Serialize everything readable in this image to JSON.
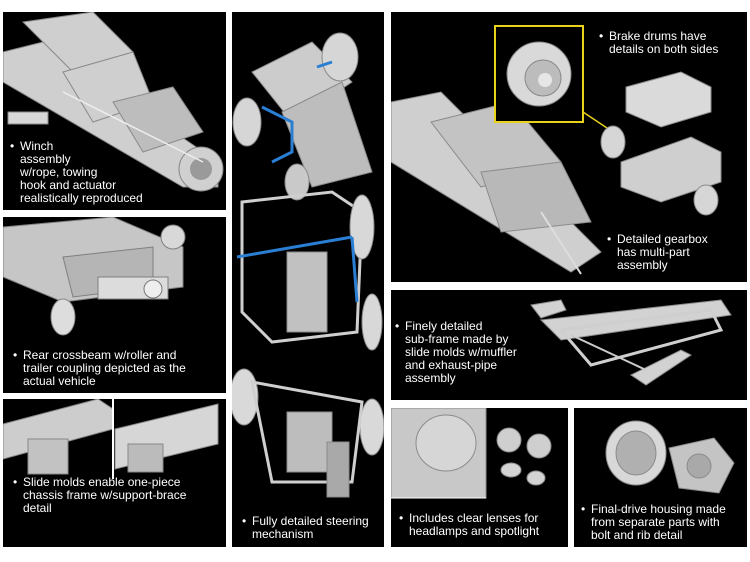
{
  "panels": [
    {
      "id": "winch",
      "caption": "Winch\nassembly\nw/rope, towing\nhook and actuator\nrealistically reproduced"
    },
    {
      "id": "rear-crossbeam",
      "caption": "Rear crossbeam w/roller and\ntrailer coupling depicted as the\nactual vehicle"
    },
    {
      "id": "chassis-frame",
      "caption": "Slide molds enable one-piece\nchassis frame w/support-brace\ndetail"
    },
    {
      "id": "steering",
      "caption": "Fully detailed steering\nmechanism"
    },
    {
      "id": "brake-drums",
      "caption": "Brake drums have\ndetails on both sides"
    },
    {
      "id": "gearbox",
      "caption": "Detailed gearbox\nhas multi-part\nassembly"
    },
    {
      "id": "sub-frame",
      "caption": "Finely detailed\nsub-frame made by\nslide molds w/muffler\nand exhaust-pipe\nassembly"
    },
    {
      "id": "lenses",
      "caption": "Includes clear lenses for\nheadlamps and spotlight"
    },
    {
      "id": "final-drive",
      "caption": "Final-drive housing made\nfrom separate parts with\nbolt and rib detail"
    }
  ],
  "bullet": "•",
  "colors": {
    "panel_bg": "#000000",
    "part_gray": "#c8c8c8",
    "part_light": "#e4e4e4",
    "highlight": "#2a7fd4",
    "callout_box": "#e8d21a"
  }
}
